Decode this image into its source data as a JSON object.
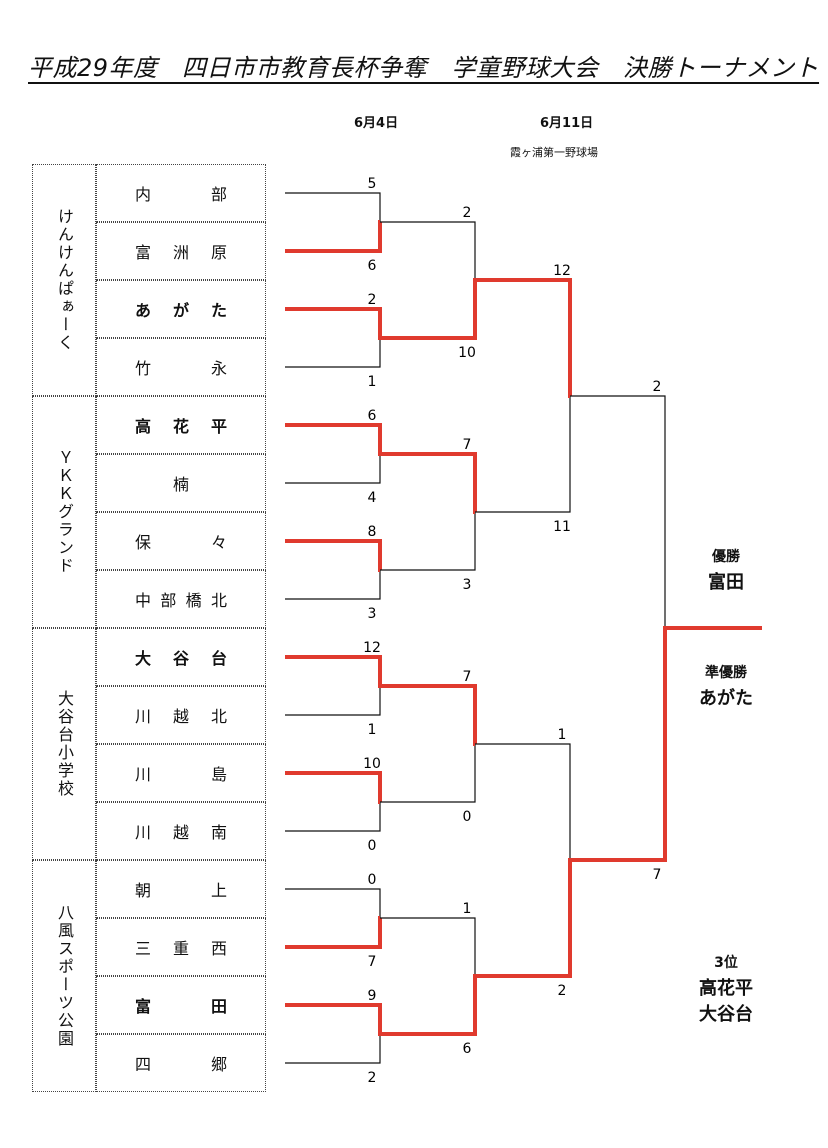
{
  "title": "平成29年度　四日市市教育長杯争奪　学童野球大会　決勝トーナメント",
  "dates": {
    "d1": "6月4日",
    "d2": "6月11日",
    "venue2": "霞ヶ浦第一野球場"
  },
  "venues": [
    "けんけんぱぁーく",
    "ＹＫＫグランド",
    "大谷台小学校",
    "八風スポーツ公園"
  ],
  "teams": [
    [
      "内",
      "部"
    ],
    [
      "富",
      "洲",
      "原"
    ],
    [
      "あ",
      "が",
      "た"
    ],
    [
      "竹",
      "永"
    ],
    [
      "高",
      "花",
      "平"
    ],
    [
      "楠"
    ],
    [
      "保",
      "々"
    ],
    [
      "中",
      "部",
      "橋",
      "北"
    ],
    [
      "大",
      "谷",
      "台"
    ],
    [
      "川",
      "越",
      "北"
    ],
    [
      "川",
      "島"
    ],
    [
      "川",
      "越",
      "南"
    ],
    [
      "朝",
      "上"
    ],
    [
      "三",
      "重",
      "西"
    ],
    [
      "富",
      "田"
    ],
    [
      "四",
      "郷"
    ]
  ],
  "bold_teams": [
    2,
    4,
    8,
    14
  ],
  "scores": {
    "r1": [
      5,
      6,
      2,
      1,
      6,
      4,
      8,
      3,
      12,
      1,
      10,
      0,
      0,
      7,
      9,
      2
    ],
    "r2": [
      2,
      10,
      7,
      3,
      7,
      0,
      1,
      6
    ],
    "r3": [
      12,
      11,
      1,
      2
    ],
    "r4": [
      2,
      7
    ]
  },
  "results": {
    "champion_label": "優勝",
    "champion": "富田",
    "runner_up_label": "準優勝",
    "runner_up": "あがた",
    "third_label": "3位",
    "third": [
      "高花平",
      "大谷台"
    ]
  }
}
